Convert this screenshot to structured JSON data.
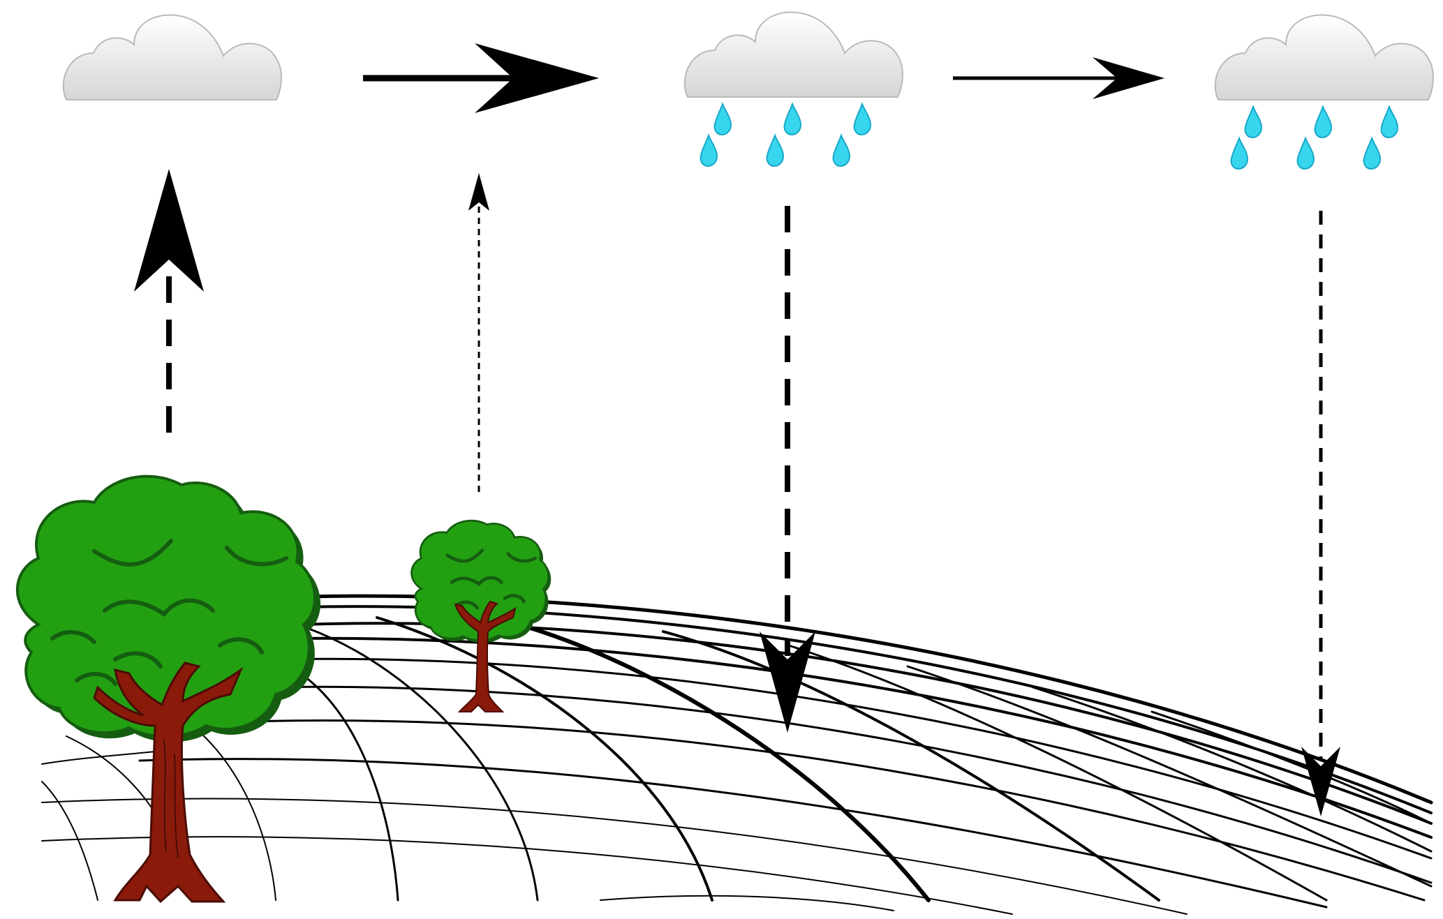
{
  "diagram": {
    "title": "",
    "description_visible_text": "",
    "colors": {
      "background": "#ffffff",
      "ink": "#000000",
      "cloud_fill_top": "#ffffff",
      "cloud_fill_bottom": "#d9d9d9",
      "cloud_stroke": "#b9b9b9",
      "raindrop": "#38d6ee",
      "raindrop_stroke": "#1aa6c6",
      "foliage": "#22a012",
      "foliage_dark": "#155d10",
      "trunk": "#8a1a0a",
      "trunk_dark": "#4a0c05"
    },
    "elements": {
      "clouds": [
        {
          "name": "dry-cloud",
          "icon": "cloud-icon",
          "raining": false
        },
        {
          "name": "rain-cloud-1",
          "icon": "rain-cloud-icon",
          "raining": true
        },
        {
          "name": "rain-cloud-2",
          "icon": "rain-cloud-icon",
          "raining": true
        }
      ],
      "trees": [
        {
          "name": "large-tree",
          "icon": "tree-icon",
          "size": "large"
        },
        {
          "name": "small-tree",
          "icon": "tree-icon",
          "size": "small"
        }
      ],
      "arrows": [
        {
          "name": "horizontal-transport-arrow-1",
          "style": "solid-thick",
          "direction": "right"
        },
        {
          "name": "horizontal-transport-arrow-2",
          "style": "solid-thin",
          "direction": "right"
        },
        {
          "name": "evapotranspiration-arrow-large",
          "style": "dashed-thick",
          "direction": "up"
        },
        {
          "name": "evapotranspiration-arrow-small",
          "style": "dotted-thin",
          "direction": "up"
        },
        {
          "name": "precipitation-arrow-1",
          "style": "dashed-thick",
          "direction": "down"
        },
        {
          "name": "precipitation-arrow-2",
          "style": "dashed-thin",
          "direction": "down"
        }
      ],
      "ground": {
        "name": "earth-grid",
        "icon": "globe-grid-icon"
      }
    }
  }
}
